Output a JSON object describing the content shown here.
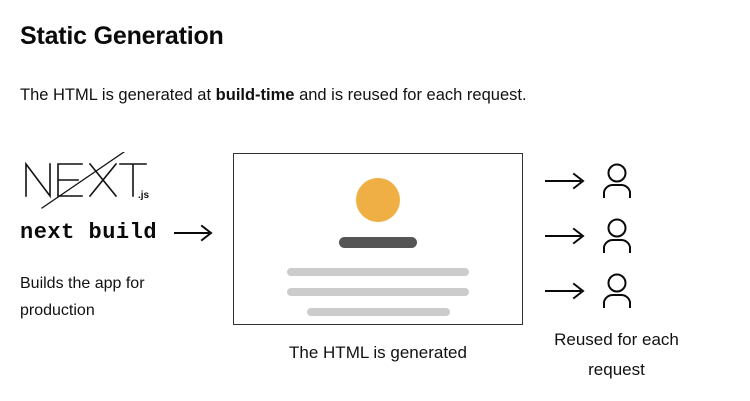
{
  "header": {
    "title": "Static Generation",
    "subtitle_before": "The HTML is generated at ",
    "subtitle_bold": "build-time",
    "subtitle_after": " and is reused for each request."
  },
  "left": {
    "logo_name": "NEXT",
    "logo_suffix": ".js",
    "command": "next build",
    "caption": "Builds the app for production"
  },
  "center": {
    "caption": "The HTML is generated",
    "circle_color": "#efaf44",
    "title_bar_color": "#555555",
    "line_color": "#cccccc",
    "border_color": "#333333"
  },
  "right": {
    "caption_line1": "Reused for each",
    "caption_line2": "request",
    "rows": [
      {
        "arrow": "arrow-right-icon",
        "user": "person-icon"
      },
      {
        "arrow": "arrow-right-icon",
        "user": "person-icon"
      },
      {
        "arrow": "arrow-right-icon",
        "user": "person-icon"
      }
    ]
  },
  "colors": {
    "background": "#ffffff",
    "text": "#111111",
    "accent": "#efaf44"
  }
}
